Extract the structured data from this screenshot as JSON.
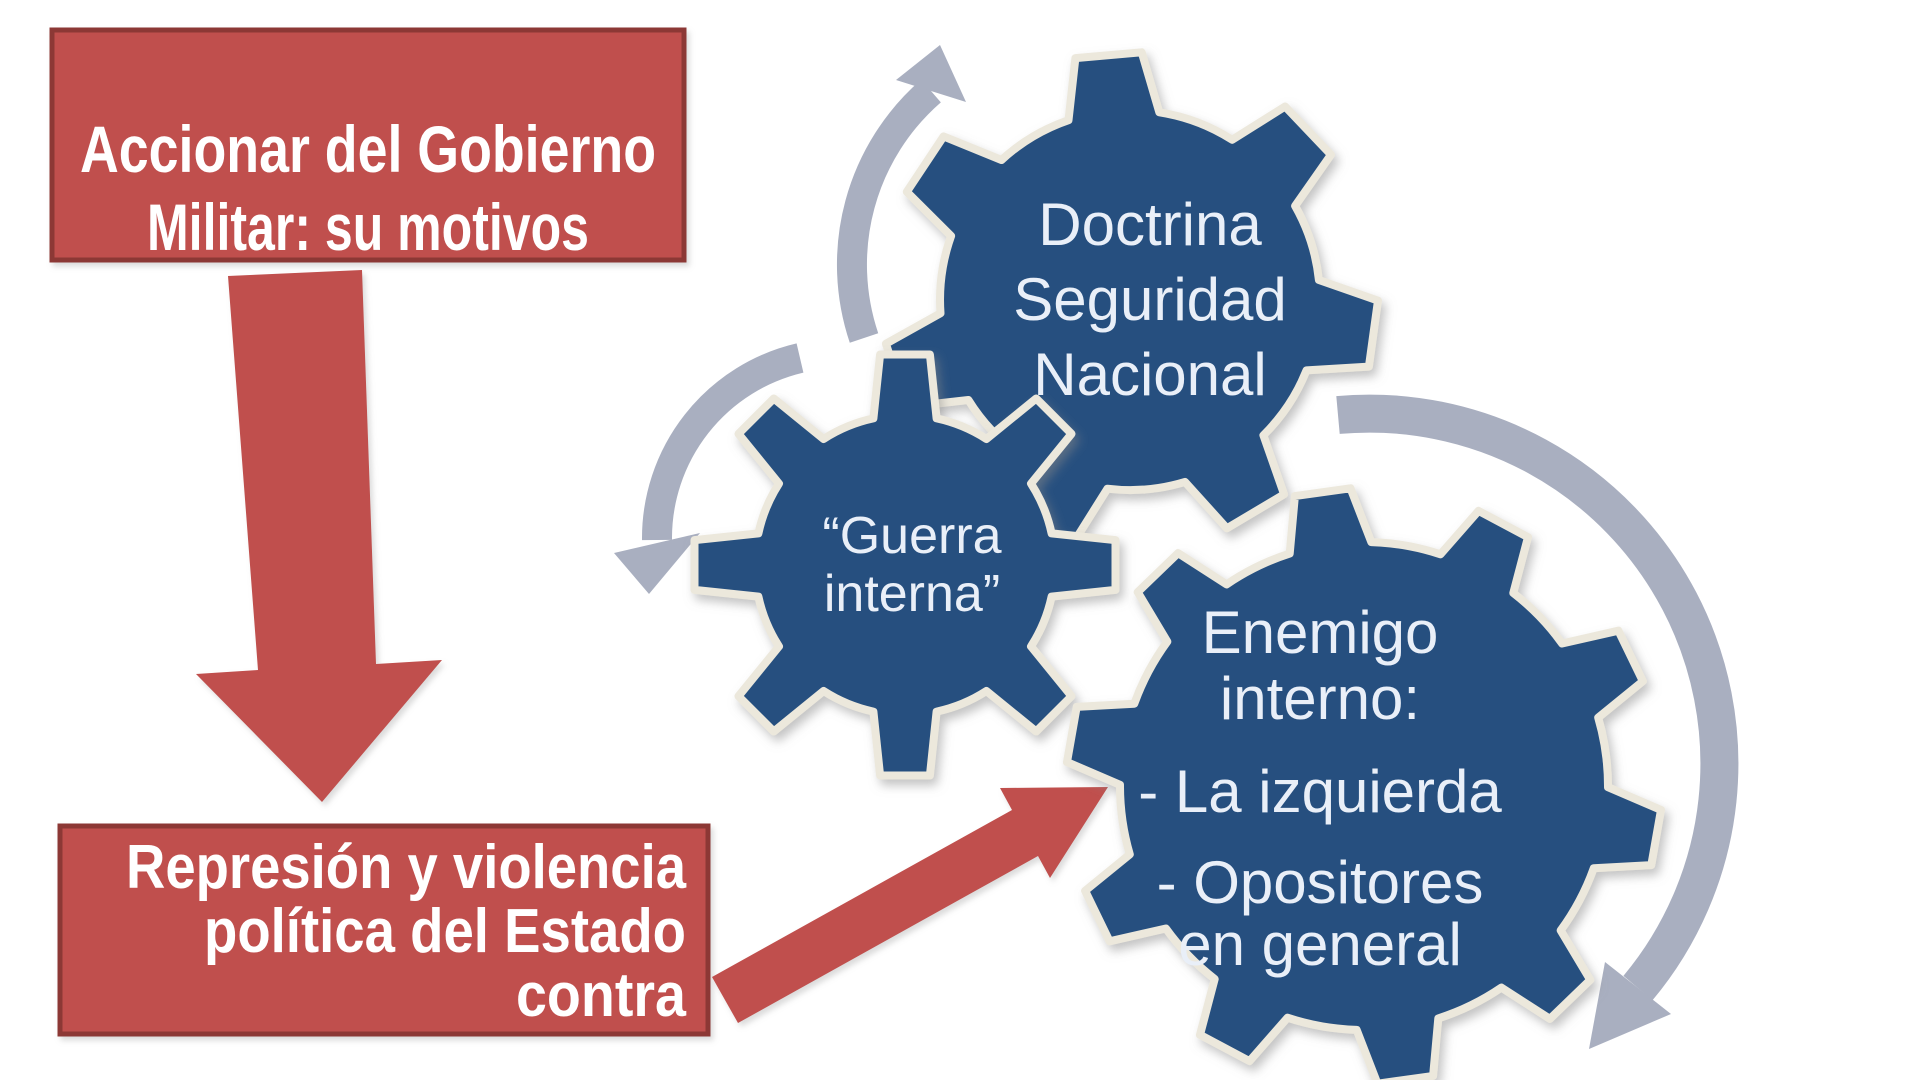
{
  "colors": {
    "red": "#C0504D",
    "red_dark": "#8C3836",
    "blue": "#26507F",
    "cream": "#ECE8DC",
    "gray": "#A9AFC0",
    "box_text": "#FFFFFF",
    "gear_text": "#E9EFF8",
    "background": "#FFFFFF"
  },
  "title_box": {
    "lines": [
      "Accionar del Gobierno",
      "Militar: su motivos"
    ]
  },
  "result_box": {
    "lines": [
      "Represión y violencia",
      "política del Estado",
      "contra"
    ]
  },
  "gears": {
    "doctrina": {
      "lines": [
        "Doctrina",
        "Seguridad",
        "Nacional"
      ]
    },
    "guerra": {
      "lines": [
        "“Guerra",
        "interna”"
      ]
    },
    "enemigo": {
      "lines": [
        "Enemigo",
        "interno:",
        "- La izquierda",
        "- Opositores",
        "en general"
      ]
    }
  }
}
